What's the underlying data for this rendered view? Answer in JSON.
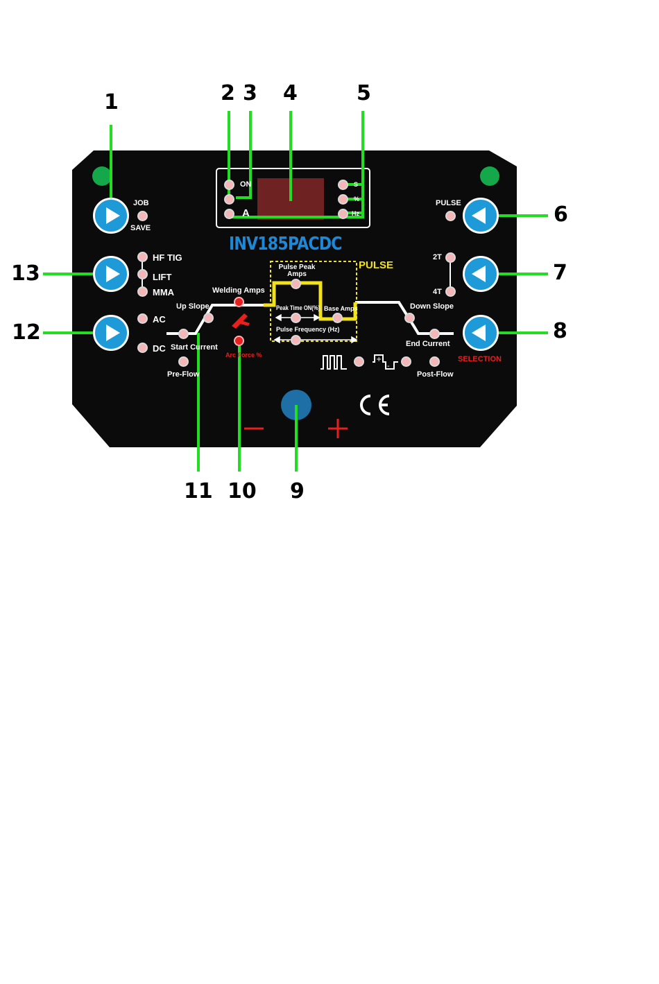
{
  "callouts": [
    "1",
    "2",
    "3",
    "4",
    "5",
    "6",
    "7",
    "8",
    "9",
    "10",
    "11",
    "12",
    "13"
  ],
  "brand": "INV185PACDC",
  "display": {
    "left_units": [
      "ON",
      "A"
    ],
    "right_units": [
      "S",
      "%",
      "Hz"
    ]
  },
  "job": {
    "top": "JOB",
    "bottom": "SAVE"
  },
  "pulse_label": "PULSE",
  "pulse_box_label": "PULSE",
  "modes": [
    "HF TIG",
    "LIFT",
    "MMA"
  ],
  "current_type": [
    "AC",
    "DC"
  ],
  "trigger": [
    "2T",
    "4T"
  ],
  "selection": "SELECTION",
  "params": {
    "welding_amps": "Welding Amps",
    "up_slope": "Up Slope",
    "start_current": "Start Current",
    "pre_flow": "Pre-Flow",
    "arc_force": "Arc Force %",
    "pulse_peak_amps": "Pulse Peak Amps",
    "peak_time": "Peak Time ON(%)",
    "base_amps": "Base Amps",
    "pulse_frequency": "Pulse Frequency (Hz)",
    "down_slope": "Down Slope",
    "end_current": "End Current",
    "post_flow": "Post-Flow"
  },
  "polarity": {
    "minus": "−",
    "plus": "+"
  },
  "ce_mark": "CE",
  "colors": {
    "panel": "#0b0b0b",
    "button": "#1e9ad9",
    "callout_line": "#22dd22",
    "pulse_yellow": "#f2e21c",
    "led": "#f4b6b6",
    "green_dot": "#15a84a",
    "display_red": "#6e2222",
    "knob": "#1d6fa6"
  }
}
